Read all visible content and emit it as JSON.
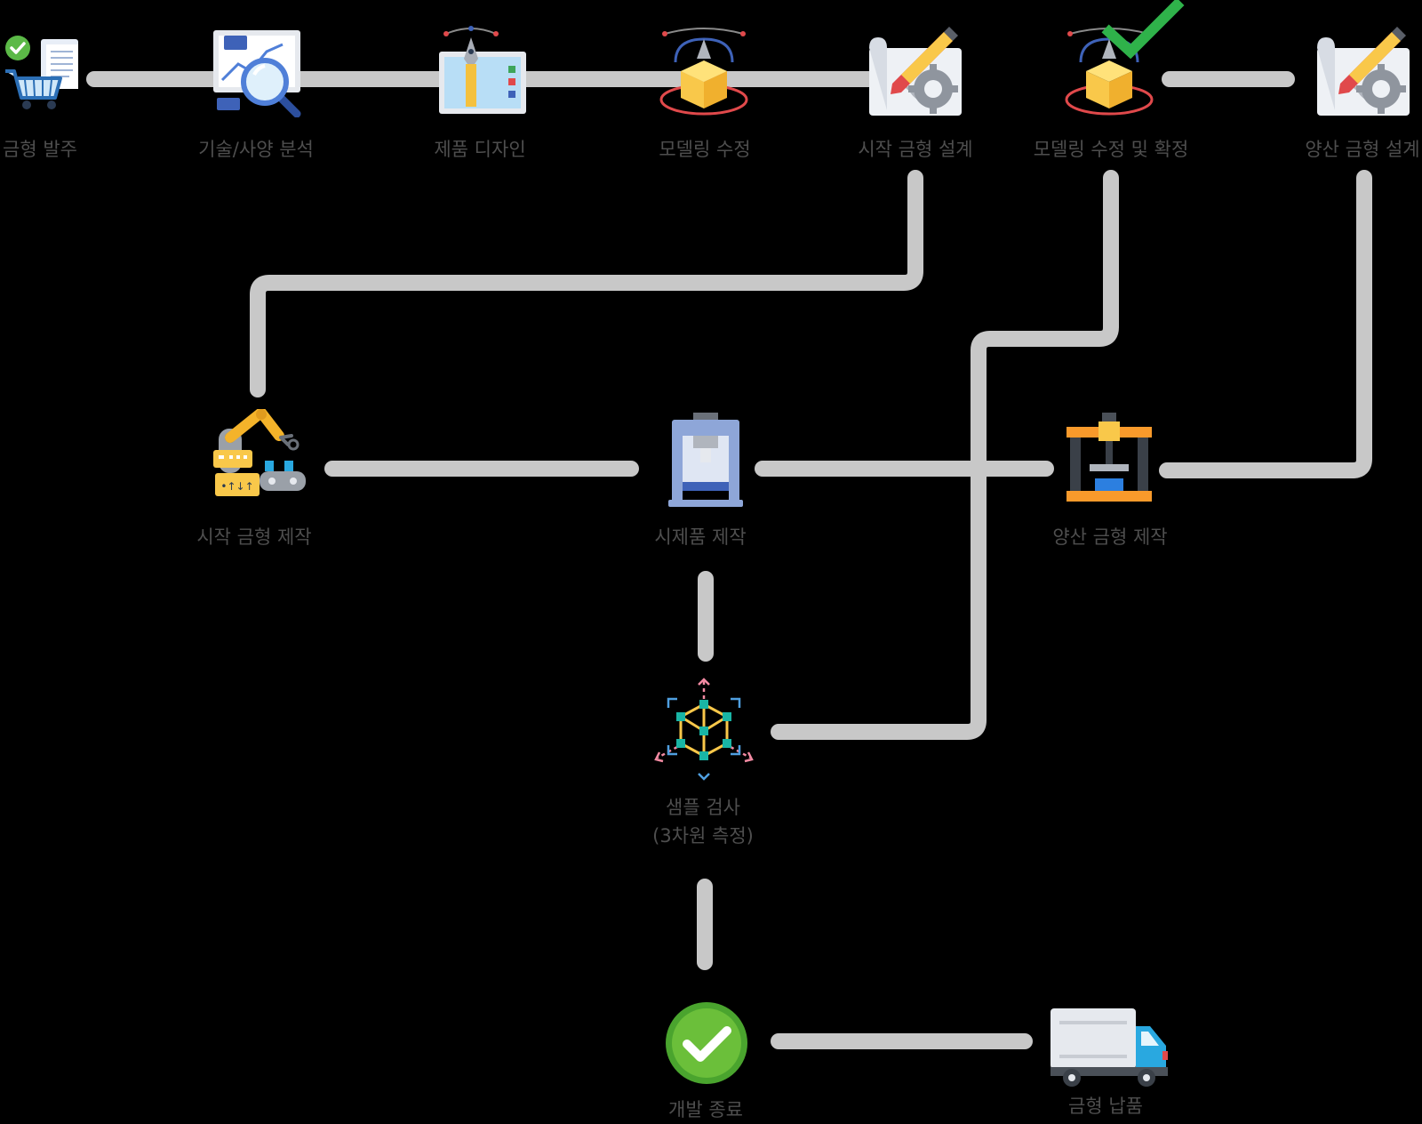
{
  "colors": {
    "background": "#000000",
    "connector": "#c8c8c8",
    "label": "#4e4e4e",
    "check_green": "#6bbf3a",
    "accent_yellow": "#f9c84a",
    "accent_blue": "#4f7fd8"
  },
  "steps": {
    "mold_order": {
      "label": "금형 발주",
      "icon": "cart-document-check-icon"
    },
    "tech_spec_analysis": {
      "label": "기술/사양 분석",
      "icon": "magnifier-chart-icon"
    },
    "product_design": {
      "label": "제품 디자인",
      "icon": "pen-tablet-icon"
    },
    "modeling_revision": {
      "label": "모델링 수정",
      "icon": "3d-cube-pen-icon"
    },
    "prototype_mold_design": {
      "label": "시작 금형 설계",
      "icon": "blueprint-gear-icon"
    },
    "modeling_confirm": {
      "label": "모델링 수정 및 확정",
      "icon": "3d-cube-check-icon"
    },
    "mass_mold_design": {
      "label": "양산 금형 설계",
      "icon": "blueprint-gear-icon"
    },
    "prototype_mold_making": {
      "label": "시작 금형 제작",
      "icon": "robot-arm-icon"
    },
    "sample_making": {
      "label": "시제품 제작",
      "icon": "press-machine-icon"
    },
    "mass_mold_making": {
      "label": "양산 금형 제작",
      "icon": "frame-press-icon"
    },
    "sample_inspection": {
      "line1": "샘플 검사",
      "line2": "(3차원 측정)",
      "icon": "3d-network-cube-icon"
    },
    "development_complete": {
      "label": "개발 종료",
      "icon": "check-circle-icon"
    },
    "mold_delivery": {
      "label": "금형 납품",
      "icon": "delivery-truck-icon"
    }
  }
}
